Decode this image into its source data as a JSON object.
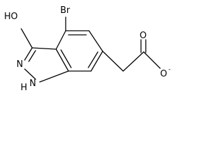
{
  "diagram": {
    "type": "chemical-structure",
    "atoms": {
      "hydroxyl": "HO",
      "bromine": "Br",
      "pyrazole_n": "N",
      "pyrazole_nh_h": "H",
      "pyrazole_nh_n": "N",
      "carbonyl_o": "O",
      "carboxylate_o": "O",
      "carboxylate_charge": "-"
    }
  }
}
